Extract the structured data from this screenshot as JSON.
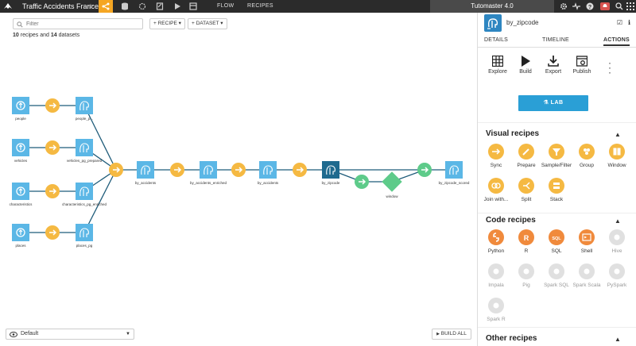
{
  "topbar": {
    "project_name": "Traffic Accidents France",
    "star_glyph": "☆",
    "nav_flow": "FLOW",
    "nav_recipes": "RECIPES",
    "user_label": "Tutomaster 4.0"
  },
  "toolbar": {
    "filter_placeholder": "Filter",
    "recipe_count": "10",
    "recipes_and": " recipes and ",
    "dataset_count": "14",
    "datasets_word": " datasets",
    "add_recipe_label": "+ RECIPE ▾",
    "add_dataset_label": "+ DATASET ▾"
  },
  "flow": {
    "dataset_color": "#5bb7e6",
    "selected_color": "#1f6a8e",
    "visual_recipe_color": "#f5b942",
    "code_recipe_color": "#5ecb8a",
    "node_labels": {
      "src_people": "people",
      "src_vehicles": "vehicles",
      "src_characteristics": "characteristics",
      "src_places": "places",
      "people_prepared": "people_p...",
      "vehicles_prepared": "vehicles_pg_prepared",
      "characteristics_enriched": "characteristics_pg_enriched",
      "places_pg": "places_pg",
      "by_accidents_join": "by_accidents",
      "by_accidents_enriched": "by_accidents_enriched",
      "by_accidents": "by_accidents",
      "by_zipcode": "by_zipcode",
      "window_ds": "window",
      "by_zipcode_scored": "by_zipcode_scored"
    }
  },
  "bottom": {
    "view_label": "Default",
    "build_all_label": "BUILD ALL"
  },
  "panel": {
    "dataset_name": "by_zipcode",
    "tabs": [
      {
        "label": "DETAILS"
      },
      {
        "label": "TIMELINE"
      },
      {
        "label": "ACTIONS"
      }
    ],
    "actions": [
      {
        "label": "Explore"
      },
      {
        "label": "Build"
      },
      {
        "label": "Export"
      },
      {
        "label": "Publish"
      }
    ],
    "lab_label": "LAB",
    "visual_title": "Visual recipes",
    "visual_recipes": [
      {
        "label": "Sync"
      },
      {
        "label": "Prepare"
      },
      {
        "label": "Sample/Filter"
      },
      {
        "label": "Group"
      },
      {
        "label": "Window"
      },
      {
        "label": "Join with..."
      },
      {
        "label": "Split"
      },
      {
        "label": "Stack"
      }
    ],
    "code_title": "Code recipes",
    "code_recipes": [
      {
        "label": "Python"
      },
      {
        "label": "R"
      },
      {
        "label": "SQL"
      },
      {
        "label": "Shell"
      },
      {
        "label": "Hive"
      },
      {
        "label": "Impala"
      },
      {
        "label": "Pig"
      },
      {
        "label": "Spark SQL"
      },
      {
        "label": "Spark Scala"
      },
      {
        "label": "PySpark"
      },
      {
        "label": "Spark R"
      }
    ],
    "other_title": "Other recipes",
    "chevron": "▲",
    "visual_color": "#f5b942",
    "code_color": "#f08a3c",
    "disabled_color": "#e0e0e0"
  }
}
